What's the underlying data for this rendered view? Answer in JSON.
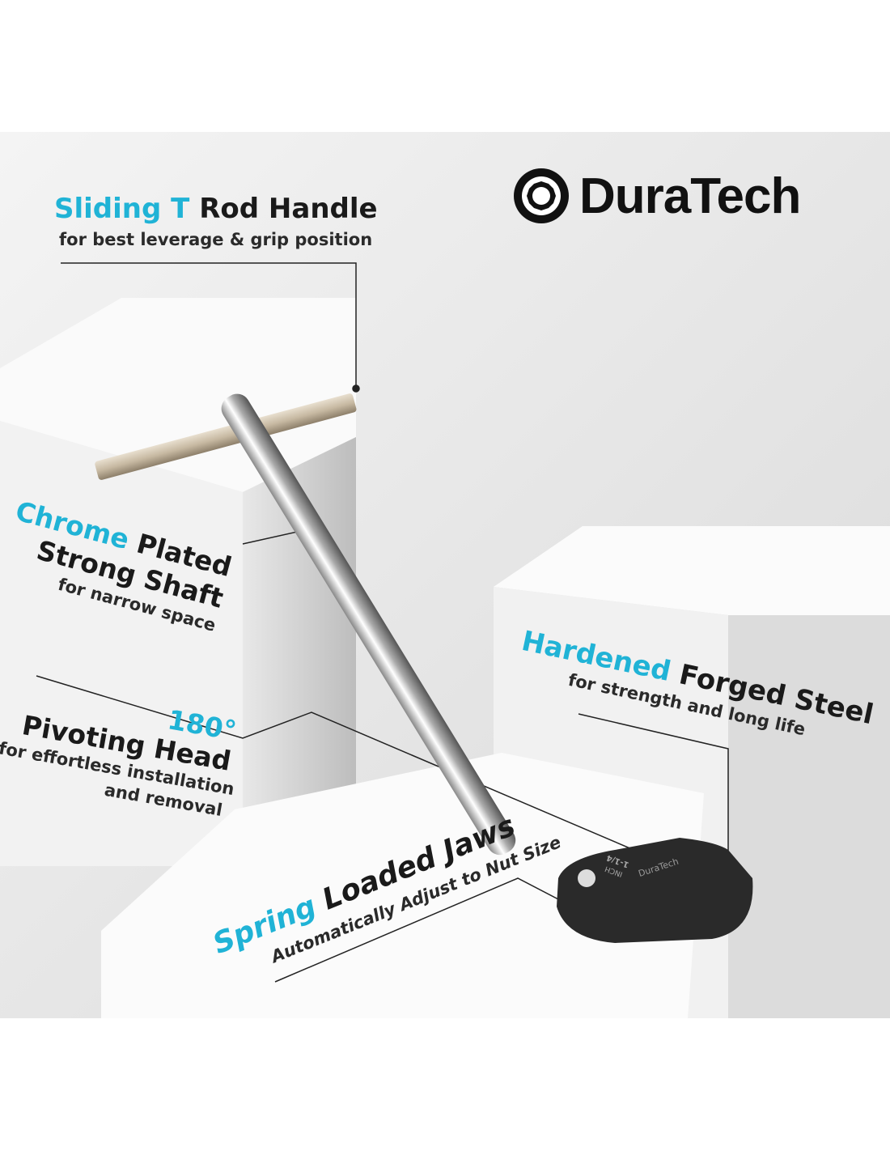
{
  "brand": {
    "name": "DuraTech",
    "head_marking_brand": "DuraTech",
    "head_marking_size": "1-1/4",
    "head_marking_unit": "INCH"
  },
  "features": [
    {
      "accent": "Sliding T",
      "title": "Rod Handle",
      "subtitle": "for best leverage & grip position"
    },
    {
      "accent": "Chrome",
      "title_line1": "Plated",
      "title_line2": "Strong Shaft",
      "subtitle": "for narrow space"
    },
    {
      "accent": "Hardened",
      "title": "Forged Steel",
      "subtitle": "for strength and long life"
    },
    {
      "accent": "180°",
      "title": "Pivoting Head",
      "subtitle_line1": "for effortless installation",
      "subtitle_line2": "and removal"
    },
    {
      "accent": "Spring",
      "title": "Loaded Jaws",
      "subtitle": "Automatically Adjust to Nut Size"
    }
  ],
  "colors": {
    "accent": "#20b3d6",
    "text": "#1a1a1a",
    "background": "#ffffff"
  }
}
